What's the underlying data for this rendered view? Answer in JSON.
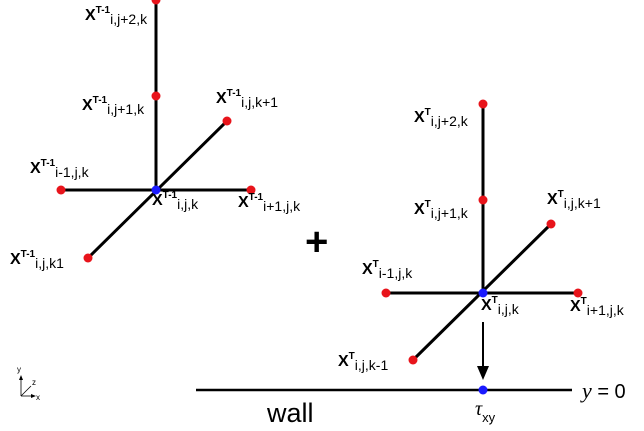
{
  "left_stencil": {
    "x_base": "X",
    "time_sup": "T-1",
    "labels": {
      "top": "i,j+2,k",
      "upper": "i,j+1,k",
      "left": "i-1,j,k",
      "center": "i,j,k",
      "right": "i+1,j,k",
      "front": "i,j,k1",
      "back": "i,j,k+1"
    }
  },
  "plus_sign": "+",
  "right_stencil": {
    "x_base": "X",
    "time_sup": "T",
    "labels": {
      "top": "i,j+2,k",
      "upper": "i,j+1,k",
      "left": "i-1,j,k",
      "center": "i,j,k",
      "right": "i+1,j,k",
      "front": "i,j,k-1",
      "back": "i,j,k+1"
    }
  },
  "wall": {
    "label": "wall",
    "equation_var": "y",
    "equation_rest": " = 0",
    "stress_symbol": "τ",
    "stress_sub": "xy"
  },
  "axes_triad": {
    "y": "y",
    "z": "z",
    "x": "x"
  },
  "colors": {
    "node": "#e8141b",
    "center": "#1a1aff",
    "line": "#000000"
  }
}
